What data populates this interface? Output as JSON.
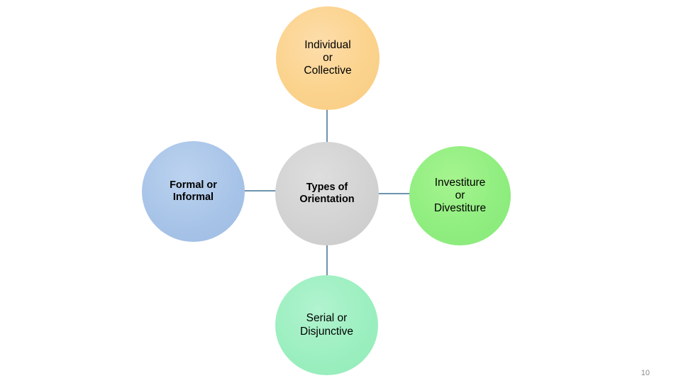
{
  "slide": {
    "background_color": "#ffffff",
    "page_number": "10",
    "page_number_color": "#8c8c8c"
  },
  "diagram": {
    "type": "radial-hub-and-spoke",
    "connector_color": "#6e93ae",
    "center": {
      "id": "types-of-orientation",
      "label": "Types of\nOrientation",
      "color": "#d2d2d2",
      "bold": true
    },
    "satellites": [
      {
        "id": "individual-collective",
        "position": "top",
        "label": "Individual\nor\nCollective",
        "color": "#fbd38d",
        "bold": false
      },
      {
        "id": "formal-informal",
        "position": "left",
        "label": "Formal or\nInformal",
        "color": "#a8c4e8",
        "bold": true
      },
      {
        "id": "investiture-divestiture",
        "position": "right",
        "label": "Investiture\nor\nDivestiture",
        "color": "#90ee80",
        "bold": false
      },
      {
        "id": "serial-disjunctive",
        "position": "bottom",
        "label": "Serial or\nDisjunctive",
        "color": "#9cefc0",
        "bold": false
      }
    ],
    "connectors": [
      {
        "id": "connector-top",
        "from": "types-of-orientation",
        "to": "individual-collective"
      },
      {
        "id": "connector-left",
        "from": "types-of-orientation",
        "to": "formal-informal"
      },
      {
        "id": "connector-right",
        "from": "types-of-orientation",
        "to": "investiture-divestiture"
      },
      {
        "id": "connector-bottom",
        "from": "types-of-orientation",
        "to": "serial-disjunctive"
      }
    ]
  }
}
